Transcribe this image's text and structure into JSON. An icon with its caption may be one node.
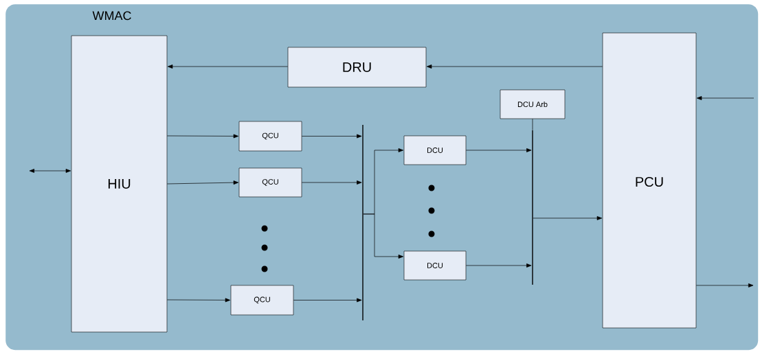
{
  "diagram": {
    "nodes": [
      {
        "text": [
          "WMAC"
        ]
      },
      {
        "text": [
          "HIU"
        ],
        "in": 0
      },
      {
        "text": [
          "DRU"
        ],
        "in": 0
      },
      {
        "text": [
          "QCU"
        ],
        "in": 0
      },
      {
        "text": [
          "QCU"
        ],
        "in": 0
      },
      {
        "text": [
          "QCU"
        ],
        "in": 0
      },
      {
        "text": [],
        "shape": "bar",
        "in": 0
      },
      {
        "text": [
          "DCU Arb"
        ],
        "in": 0
      },
      {
        "text": [
          "DCU"
        ],
        "in": 0
      },
      {
        "text": [
          "DCU"
        ],
        "in": 0
      },
      {
        "text": [],
        "shape": "bar",
        "in": 0
      },
      {
        "text": [
          "PCU"
        ],
        "in": 0
      }
    ],
    "edges": [
      {
        "from": null,
        "to": 1,
        "arrow": "both"
      },
      {
        "from": 11,
        "to": 2,
        "arrow": "to"
      },
      {
        "from": 2,
        "to": 1,
        "arrow": "to"
      },
      {
        "from": 1,
        "to": 3,
        "arrow": "to"
      },
      {
        "from": 1,
        "to": 4,
        "arrow": "to"
      },
      {
        "from": 1,
        "to": 5,
        "arrow": "to"
      },
      {
        "from": 3,
        "to": 6,
        "arrow": "to"
      },
      {
        "from": 4,
        "to": 6,
        "arrow": "to"
      },
      {
        "from": 5,
        "to": 6,
        "arrow": "to"
      },
      {
        "from": 6,
        "to": 8,
        "arrow": "to"
      },
      {
        "from": 6,
        "to": 9,
        "arrow": "to"
      },
      {
        "from": 7,
        "to": 10,
        "arrow": "none"
      },
      {
        "from": 8,
        "to": 10,
        "arrow": "to"
      },
      {
        "from": 9,
        "to": 10,
        "arrow": "to"
      },
      {
        "from": 10,
        "to": 11,
        "arrow": "to"
      },
      {
        "from": null,
        "to": 11,
        "arrow": "to"
      },
      {
        "from": 11,
        "to": null,
        "arrow": "to"
      }
    ]
  }
}
